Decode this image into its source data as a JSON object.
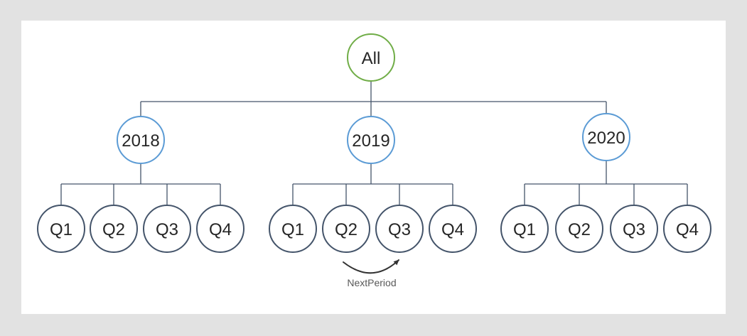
{
  "page": {
    "background": "#e2e2e2",
    "canvas_background": "#ffffff"
  },
  "colors": {
    "connector": "#44546a",
    "root_node_stroke": "#70ad47",
    "year_node_stroke": "#5b9bd5",
    "quarter_node_stroke": "#44546a",
    "node_fill": "#ffffff",
    "label_text": "#262626",
    "arrow": "#333333",
    "annotation_text": "#595959"
  },
  "diagram": {
    "root": {
      "label": "All"
    },
    "years": [
      {
        "label": "2018",
        "quarters": [
          "Q1",
          "Q2",
          "Q3",
          "Q4"
        ]
      },
      {
        "label": "2019",
        "quarters": [
          "Q1",
          "Q2",
          "Q3",
          "Q4"
        ]
      },
      {
        "label": "2020",
        "quarters": [
          "Q1",
          "Q2",
          "Q3",
          "Q4"
        ]
      }
    ],
    "annotation": {
      "label": "NextPeriod"
    }
  }
}
